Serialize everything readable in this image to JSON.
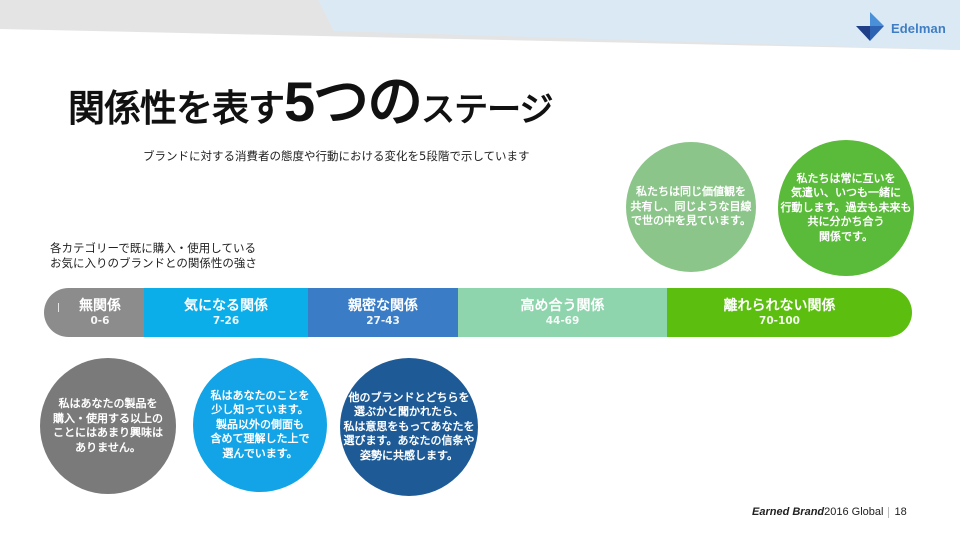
{
  "header": {
    "logo_text": "Edelman",
    "colors": {
      "band_grey": "#e3e3e3",
      "band_blue": "#dbe9f5",
      "logo_blue": "#3f7ec4"
    }
  },
  "title": {
    "part1": "関係性を表す",
    "part2": "5つの",
    "part3": "ステージ"
  },
  "subtitle": "ブランドに対する消費者の態度や行動における変化を5段階で示しています",
  "side_note": {
    "line1": "各カテゴリーで既に購入・使用している",
    "line2": "お気に入りのブランドとの関係性の強さ"
  },
  "stages": [
    {
      "name": "無関係",
      "range": "0-6",
      "color": "#8c8c8c",
      "description": "私はあなたの製品を\n購入・使用する以上の\nことにはあまり興味は\nありません。",
      "circle_color": "#7a7a7a"
    },
    {
      "name": "気になる関係",
      "range": "7-26",
      "color": "#0baee9",
      "description": "私はあなたのことを\n少し知っています。\n製品以外の側面も\n含めて理解した上で\n選んでいます。",
      "circle_color": "#12a4e6"
    },
    {
      "name": "親密な関係",
      "range": "27-43",
      "color": "#3a7cc6",
      "description": "他のブランドとどちらを\n選ぶかと聞かれたら、\n私は意思をもってあなたを\n選びます。あなたの信条や\n姿勢に共感します。",
      "circle_color": "#1e5b96"
    },
    {
      "name": "高め合う関係",
      "range": "44-69",
      "color": "#8ed4ac",
      "description": "私たちは同じ価値観を\n共有し、同じような目線\nで世の中を見ています。",
      "circle_color": "#8cc58a"
    },
    {
      "name": "離れられない関係",
      "range": "70-100",
      "color": "#5cbf0f",
      "description": "私たちは常に互いを\n気遣い、いつも一緒に\n行動します。過去も未来も\n共に分かち合う\n関係です。",
      "circle_color": "#5aba39"
    }
  ],
  "footer": {
    "brand": "Earned Brand",
    "suffix": "2016 Global",
    "page_number": "18"
  }
}
